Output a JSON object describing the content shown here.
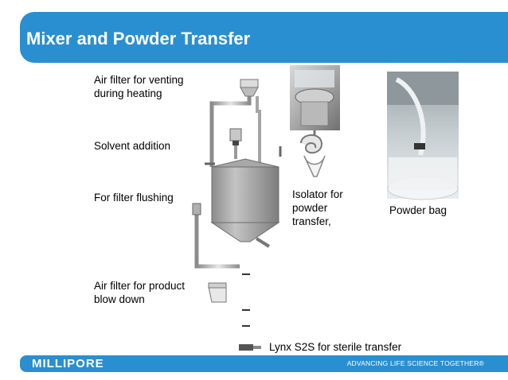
{
  "header": {
    "title": "Mixer and Powder Transfer"
  },
  "labels": {
    "air_filter_venting": [
      "Air filter  for venting",
      "during heating"
    ],
    "solvent_addition": "Solvent addition",
    "filter_flushing": "For filter flushing",
    "isolator": [
      "Isolator for",
      "powder",
      "transfer,"
    ],
    "powder_bag": "Powder bag",
    "air_filter_product": [
      "Air filter for product",
      "blow down"
    ],
    "lynx": "Lynx S2S for sterile transfer"
  },
  "footer": {
    "brand": "MILLIPORE",
    "tagline": "ADVANCING LIFE SCIENCE TOGETHER®"
  },
  "colors": {
    "accent": "#2a8fd0",
    "vessel": "#9a9a9a",
    "pipe": "#b8b8b8"
  }
}
